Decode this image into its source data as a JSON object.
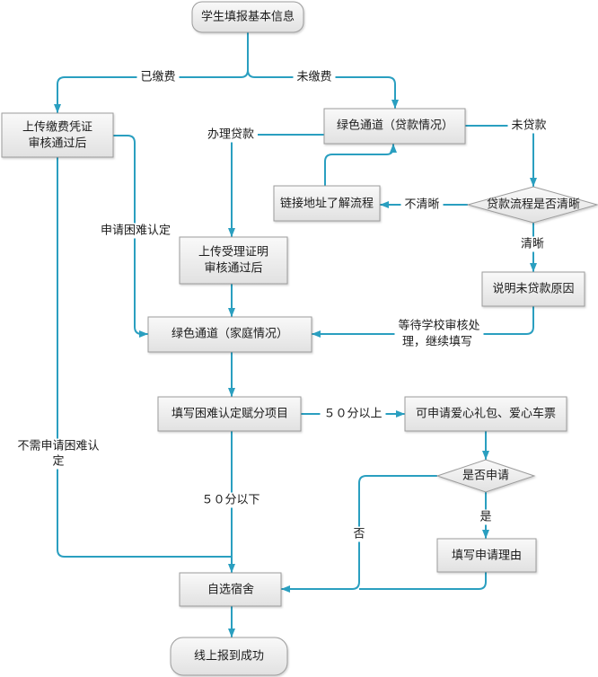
{
  "diagram": {
    "nodes": {
      "start": "学生填报基本信息",
      "upload_payment": {
        "line1": "上传缴费凭证",
        "line2": "审核通过后"
      },
      "green_channel_loan": "绿色通道（贷款情况）",
      "link_process": "链接地址了解流程",
      "loan_process_clear": "贷款流程是否清晰",
      "upload_acceptance": {
        "line1": "上传受理证明",
        "line2": "审核通过后"
      },
      "explain_no_loan": "说明未贷款原因",
      "green_channel_family": "绿色通道（家庭情况）",
      "fill_difficulty_score": "填写困难认定赋分项目",
      "apply_gift": "可申请爱心礼包、爱心车票",
      "whether_apply": "是否申请",
      "fill_reason": "填写申请理由",
      "choose_dorm": "自选宿舍",
      "end": "线上报到成功"
    },
    "edge_labels": {
      "paid": "已缴费",
      "unpaid": "未缴费",
      "handle_loan": "办理贷款",
      "no_loan": "未贷款",
      "unclear": "不清晰",
      "clear": "清晰",
      "apply_difficulty": "申请困难认定",
      "wait_review": {
        "line1": "等待学校审核处",
        "line2": "理，继续填写"
      },
      "above_50": "５０分以上",
      "below_50": "５０分以下",
      "yes": "是",
      "no": "否",
      "no_need_difficulty": {
        "line1": "不需申请困难认",
        "line2": "定"
      }
    }
  },
  "colors": {
    "connector": "#2a9fc0",
    "node_fill_top": "#f9f9f9",
    "node_fill_bottom": "#e1e1e1",
    "node_border": "#9c9c9c",
    "text": "#1a1a1a",
    "background": "#ffffff"
  }
}
